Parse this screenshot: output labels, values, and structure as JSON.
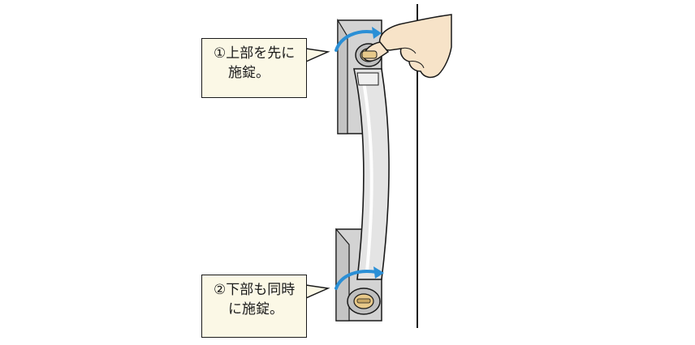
{
  "callouts": {
    "top": {
      "line1": "①上部を先に",
      "line2": "施錠。"
    },
    "bottom": {
      "line1": "②下部も同時",
      "line2": "に施錠。"
    }
  },
  "colors": {
    "arrow": "#2a8fd6",
    "callout_bg": "#fbf8e6",
    "handle": "#e4e4e4",
    "mount": "#d3d3d3",
    "cylinder_gold": "#e8c98a",
    "skin": "#f7e3c8",
    "outline": "#1a1a1a"
  },
  "icons": {
    "top_arrow": "curved-arrow-right-icon",
    "bottom_arrow": "curved-arrow-right-icon",
    "hand": "hand-turning-key-icon"
  }
}
